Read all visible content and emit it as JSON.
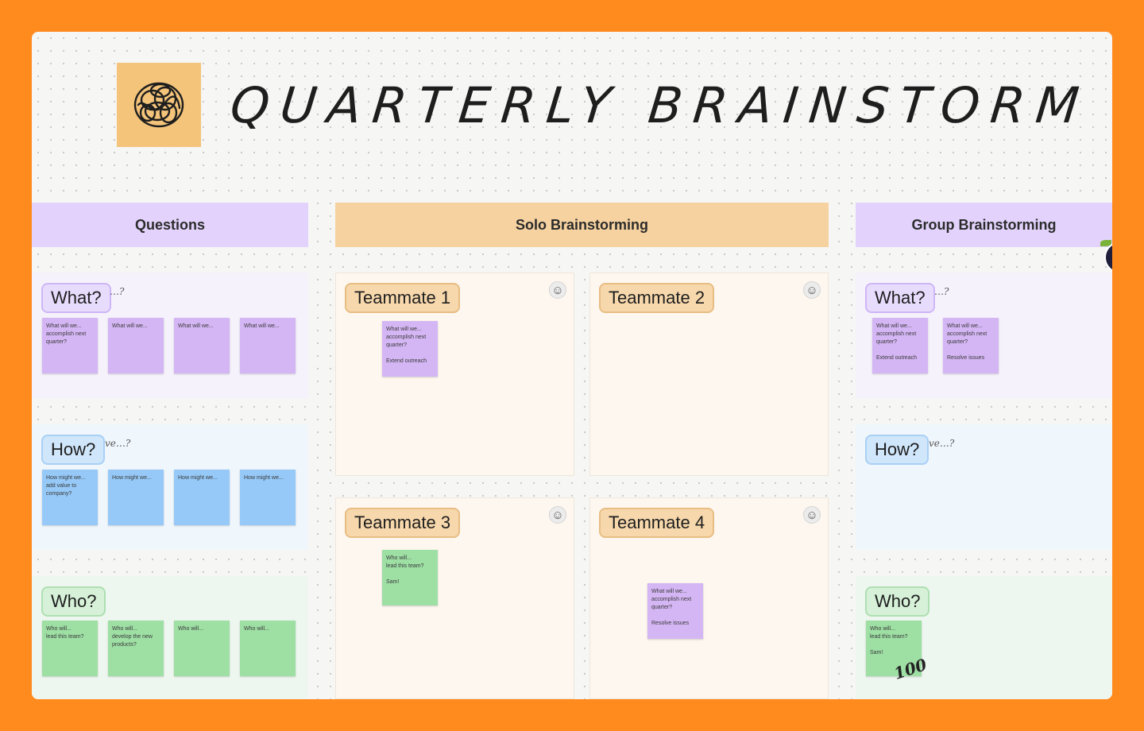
{
  "title": "QUARTERLY BRAINSTORM",
  "icons": {
    "logo": "scribble-logo-icon",
    "reaction": "smiley-icon",
    "badge": "hundred-points-icon"
  },
  "headers": {
    "questions": "Questions",
    "solo": "Solo Brainstorming",
    "group": "Group Brainstorming"
  },
  "questions": {
    "what": {
      "label": "What?",
      "scribble": "…?",
      "stickies": [
        "What will we...\naccomplish next\nquarter?",
        "What will we...",
        "What will we...",
        "What will we..."
      ]
    },
    "how": {
      "label": "How?",
      "scribble": "ve…?",
      "stickies": [
        "How might we...\nadd value to\ncompany?",
        "How might we...",
        "How might we...",
        "How might we..."
      ]
    },
    "who": {
      "label": "Who?",
      "stickies": [
        "Who will...\nlead this team?",
        "Who will...\ndevelop the new\nproducts?",
        "Who will...",
        "Who will..."
      ]
    }
  },
  "solo": {
    "t1": {
      "label": "Teammate 1",
      "sticky": "What will we...\naccomplish next\nquarter?\n\nExtend outreach"
    },
    "t2": {
      "label": "Teammate 2"
    },
    "t3": {
      "label": "Teammate 3",
      "sticky": "Who will...\nlead this team?\n\nSam!"
    },
    "t4": {
      "label": "Teammate 4",
      "sticky": "What will we...\naccomplish next\nquarter?\n\nResolve issues"
    }
  },
  "group": {
    "what": {
      "label": "What?",
      "scribble": "…?",
      "stickies": [
        "What will we...\naccomplish next\nquarter?\n\nExtend outreach",
        "What will we...\naccomplish next\nquarter?\n\nResolve issues"
      ]
    },
    "how": {
      "label": "How?",
      "scribble": "ve…?"
    },
    "who": {
      "label": "Who?",
      "sticky": "Who will...\nlead this team?\n\nSam!",
      "badge": "100"
    }
  },
  "colors": {
    "background": "#FF8A1E",
    "purple_sticky": "#D4B6F4",
    "blue_sticky": "#96C9F8",
    "green_sticky": "#9EDFA4",
    "solo_header": "#F6D2A0",
    "questions_header": "#E3D3FC"
  }
}
